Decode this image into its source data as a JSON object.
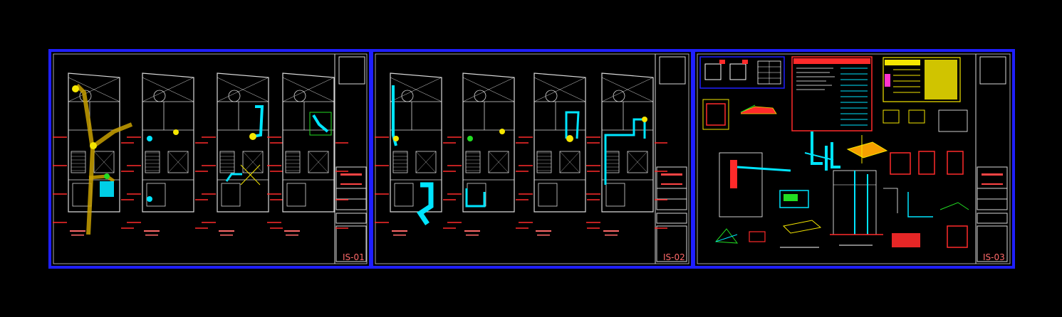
{
  "canvas": {
    "background": "#000000",
    "border_color": "#1f1fff",
    "line_color": "#d9d9d9"
  },
  "sheets": [
    {
      "id": "IS-01",
      "label": "IS-01"
    },
    {
      "id": "IS-02",
      "label": "IS-02"
    },
    {
      "id": "IS-03",
      "label": "IS-03"
    }
  ],
  "palette": {
    "pipe_cyan": "#00e5ff",
    "pipe_yellow": "#f5e600",
    "tag_red": "#ff2a2a",
    "accent_green": "#22dd22",
    "accent_magenta": "#ff33cc",
    "label_red": "#ff6a6a"
  }
}
